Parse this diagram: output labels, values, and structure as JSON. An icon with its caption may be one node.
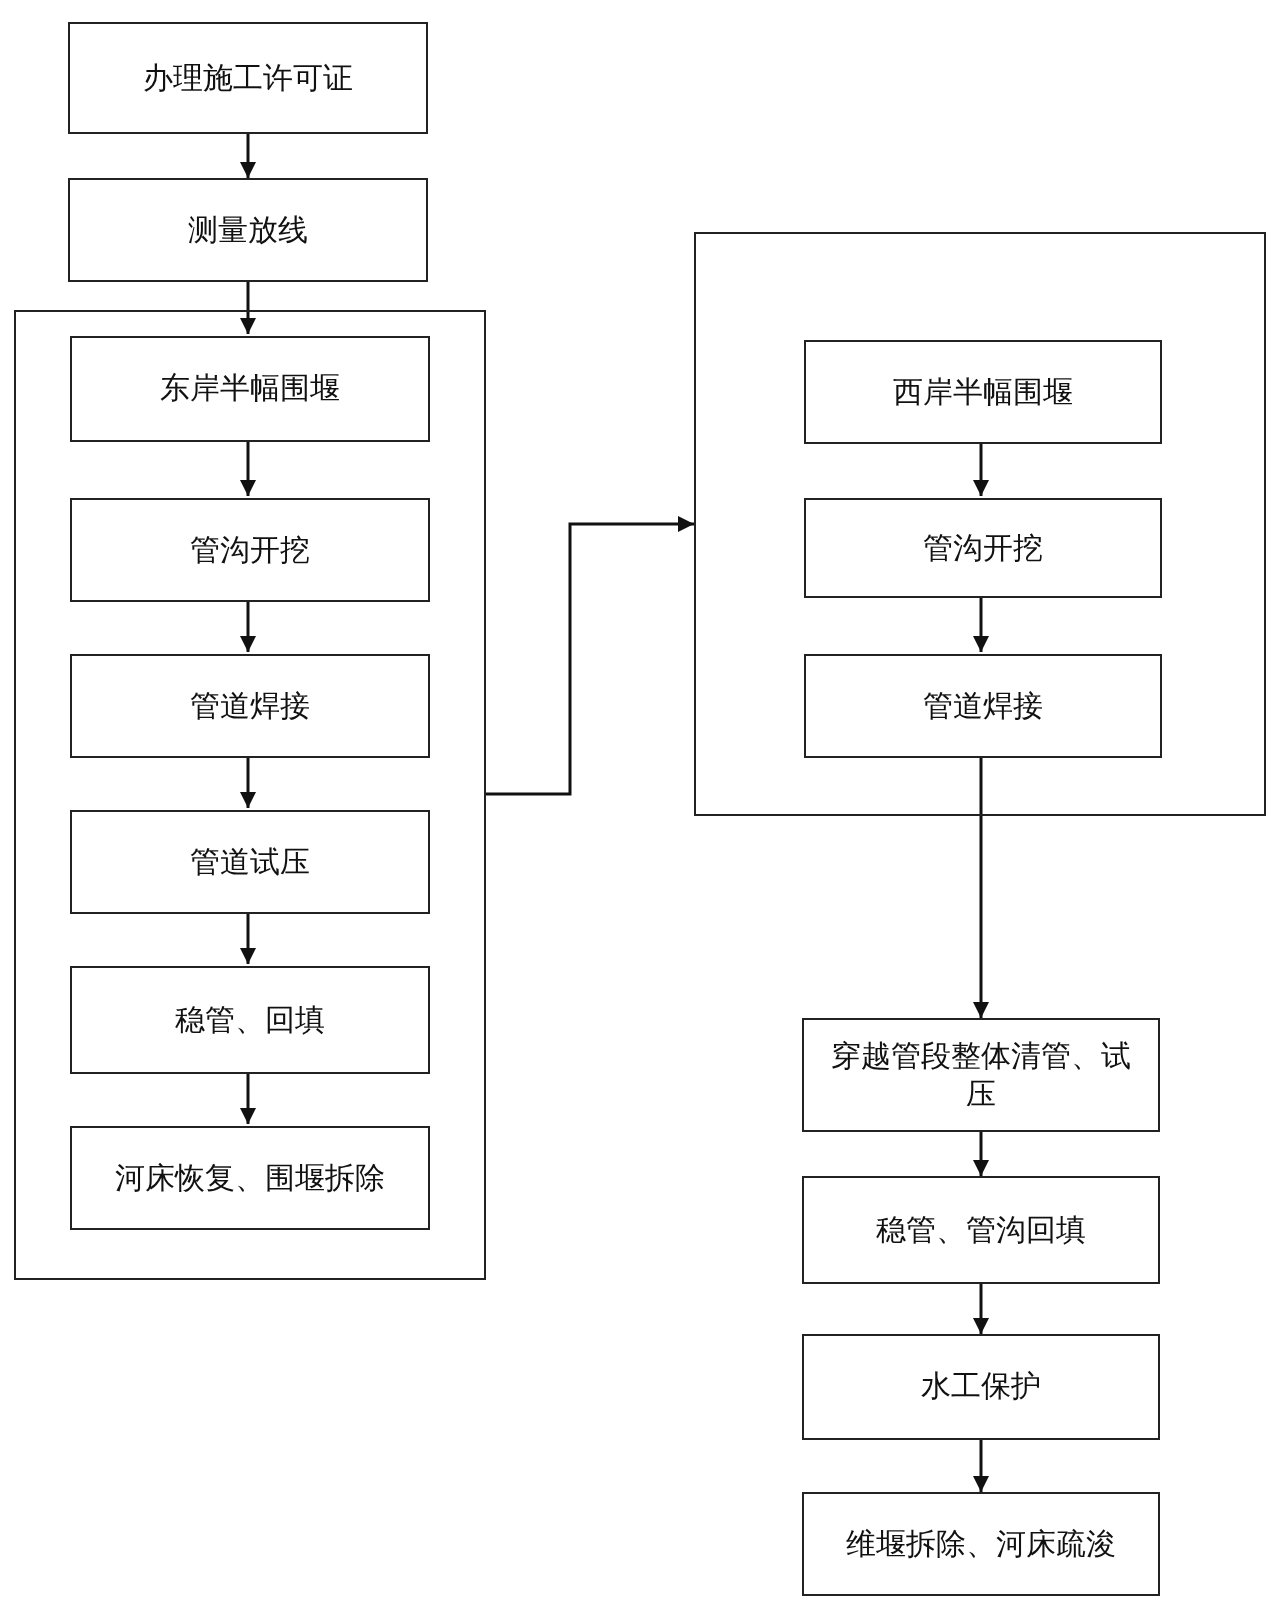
{
  "diagram": {
    "nodes": [
      {
        "text": [
          "办理施工许可证"
        ]
      },
      {
        "text": [
          "测量放线"
        ]
      },
      {
        "text": [],
        "shape": "box"
      },
      {
        "text": [
          "东岸半幅围堰"
        ],
        "in": 2
      },
      {
        "text": [
          "管沟开挖"
        ],
        "in": 2
      },
      {
        "text": [
          "管道焊接"
        ],
        "in": 2
      },
      {
        "text": [
          "管道试压"
        ],
        "in": 2
      },
      {
        "text": [
          "稳管、回填"
        ],
        "in": 2
      },
      {
        "text": [
          "河床恢复、围堰拆除"
        ],
        "in": 2
      },
      {
        "text": [],
        "shape": "box"
      },
      {
        "text": [
          "西岸半幅围堰"
        ],
        "in": 9
      },
      {
        "text": [
          "管沟开挖"
        ],
        "in": 9
      },
      {
        "text": [
          "管道焊接"
        ],
        "in": 9
      },
      {
        "text": [
          "穿越管段整体清管、试压"
        ]
      },
      {
        "text": [
          "稳管、管沟回填"
        ]
      },
      {
        "text": [
          "水工保护"
        ]
      },
      {
        "text": [
          "维堰拆除、河床疏浚"
        ]
      }
    ],
    "edges": [
      {
        "from": 0,
        "to": 1,
        "arrow": "to"
      },
      {
        "from": 1,
        "to": 3,
        "arrow": "to"
      },
      {
        "from": 3,
        "to": 4,
        "arrow": "to"
      },
      {
        "from": 4,
        "to": 5,
        "arrow": "to"
      },
      {
        "from": 5,
        "to": 6,
        "arrow": "to"
      },
      {
        "from": 6,
        "to": 7,
        "arrow": "to"
      },
      {
        "from": 7,
        "to": 8,
        "arrow": "to"
      },
      {
        "from": 2,
        "to": 9,
        "arrow": "to"
      },
      {
        "from": 10,
        "to": 11,
        "arrow": "to"
      },
      {
        "from": 11,
        "to": 12,
        "arrow": "to"
      },
      {
        "from": 12,
        "to": 13,
        "arrow": "to"
      },
      {
        "from": 13,
        "to": 14,
        "arrow": "to"
      },
      {
        "from": 14,
        "to": 15,
        "arrow": "to"
      },
      {
        "from": 15,
        "to": 16,
        "arrow": "to"
      }
    ]
  }
}
